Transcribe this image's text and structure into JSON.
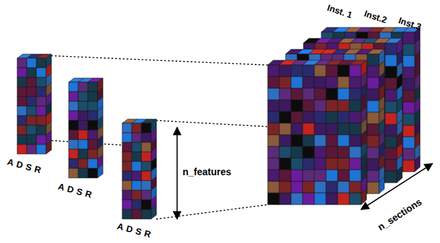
{
  "diagram": {
    "labels": [
      "Inst. 1",
      "Inst.2",
      "Inst.3",
      "A D S R",
      "A D S R",
      "A D S R",
      "n_features",
      "n_sections"
    ]
  }
}
